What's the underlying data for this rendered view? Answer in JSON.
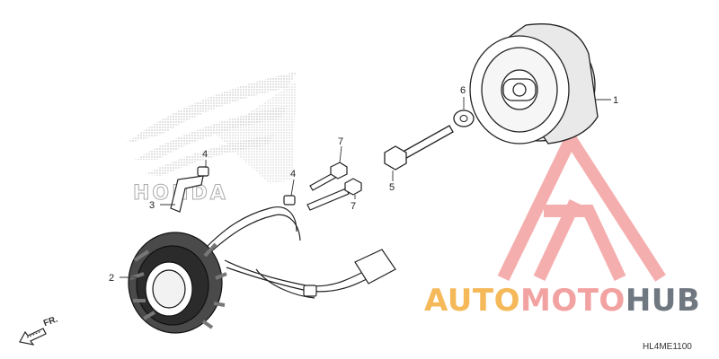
{
  "diagram": {
    "code": "HL4ME1100",
    "direction_label": "FR.",
    "honda_logo_text": "HONDA",
    "callouts": {
      "flywheel": "1",
      "stator": "2",
      "clamp": "3",
      "bolt_clamp": "4",
      "bolt_stator": "4",
      "flywheel_bolt": "5",
      "washer": "6",
      "bolt_upper": "7",
      "bolt_lower": "7"
    }
  },
  "watermark": {
    "part1": "AUTO",
    "part2": "MOTO",
    "part3": "HUB",
    "colors": {
      "part1": "#f5b95a",
      "part2": "#f3a2a2",
      "part3": "#6f7780",
      "logo": "#f09090"
    }
  }
}
